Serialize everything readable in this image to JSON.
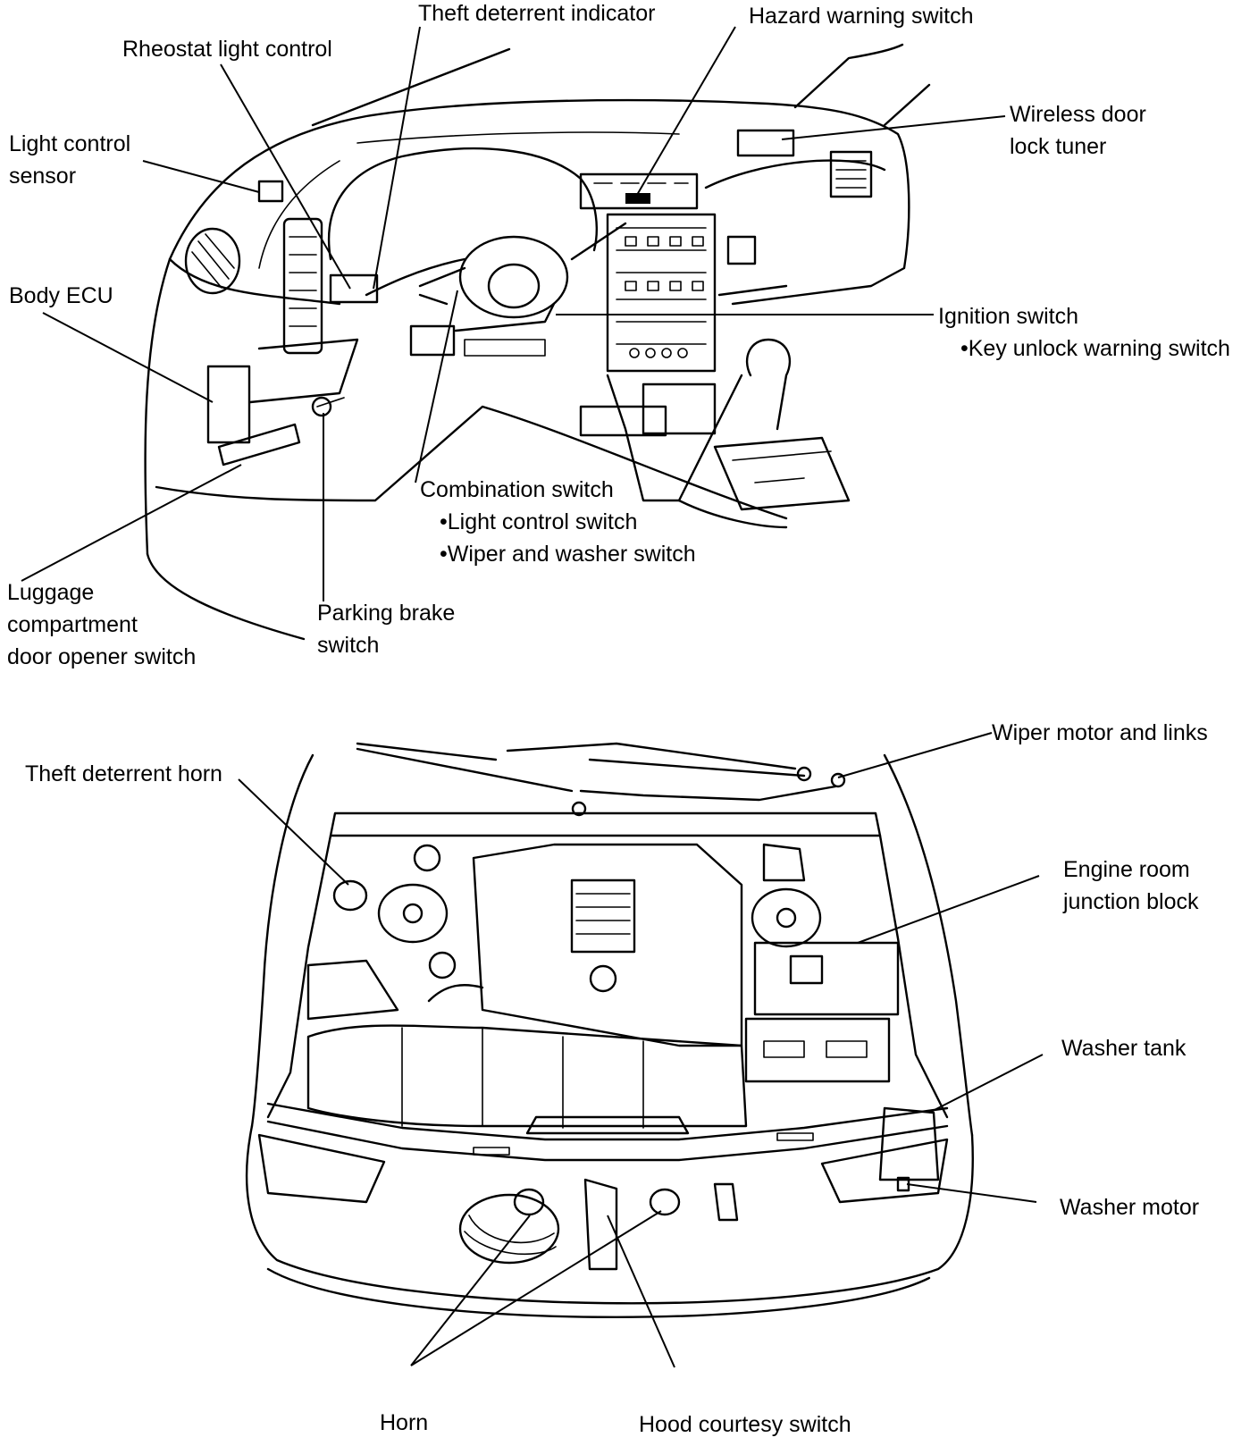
{
  "dashboard": {
    "theft_deterrent_indicator": "Theft deterrent indicator",
    "hazard_warning_switch": "Hazard warning switch",
    "rheostat_light_control": "Rheostat light control",
    "wireless_door_lock_tuner": [
      "Wireless door",
      "lock tuner"
    ],
    "light_control_sensor": [
      "Light control",
      "sensor"
    ],
    "body_ecu": "Body ECU",
    "ignition_switch": "Ignition switch",
    "key_unlock_warning_switch": "•Key unlock warning switch",
    "combination_switch": "Combination switch",
    "light_control_switch": "•Light control switch",
    "wiper_and_washer_switch": "•Wiper and washer switch",
    "luggage_compartment_door_opener_switch": [
      "Luggage",
      "compartment",
      "door opener switch"
    ],
    "parking_brake_switch": [
      "Parking brake",
      "switch"
    ]
  },
  "engine_room": {
    "theft_deterrent_horn": "Theft deterrent horn",
    "wiper_motor_and_links": "Wiper motor and links",
    "engine_room_junction_block": [
      "Engine room",
      "junction block"
    ],
    "washer_tank": "Washer tank",
    "washer_motor": "Washer motor",
    "horn": "Horn",
    "hood_courtesy_switch": "Hood courtesy switch"
  }
}
